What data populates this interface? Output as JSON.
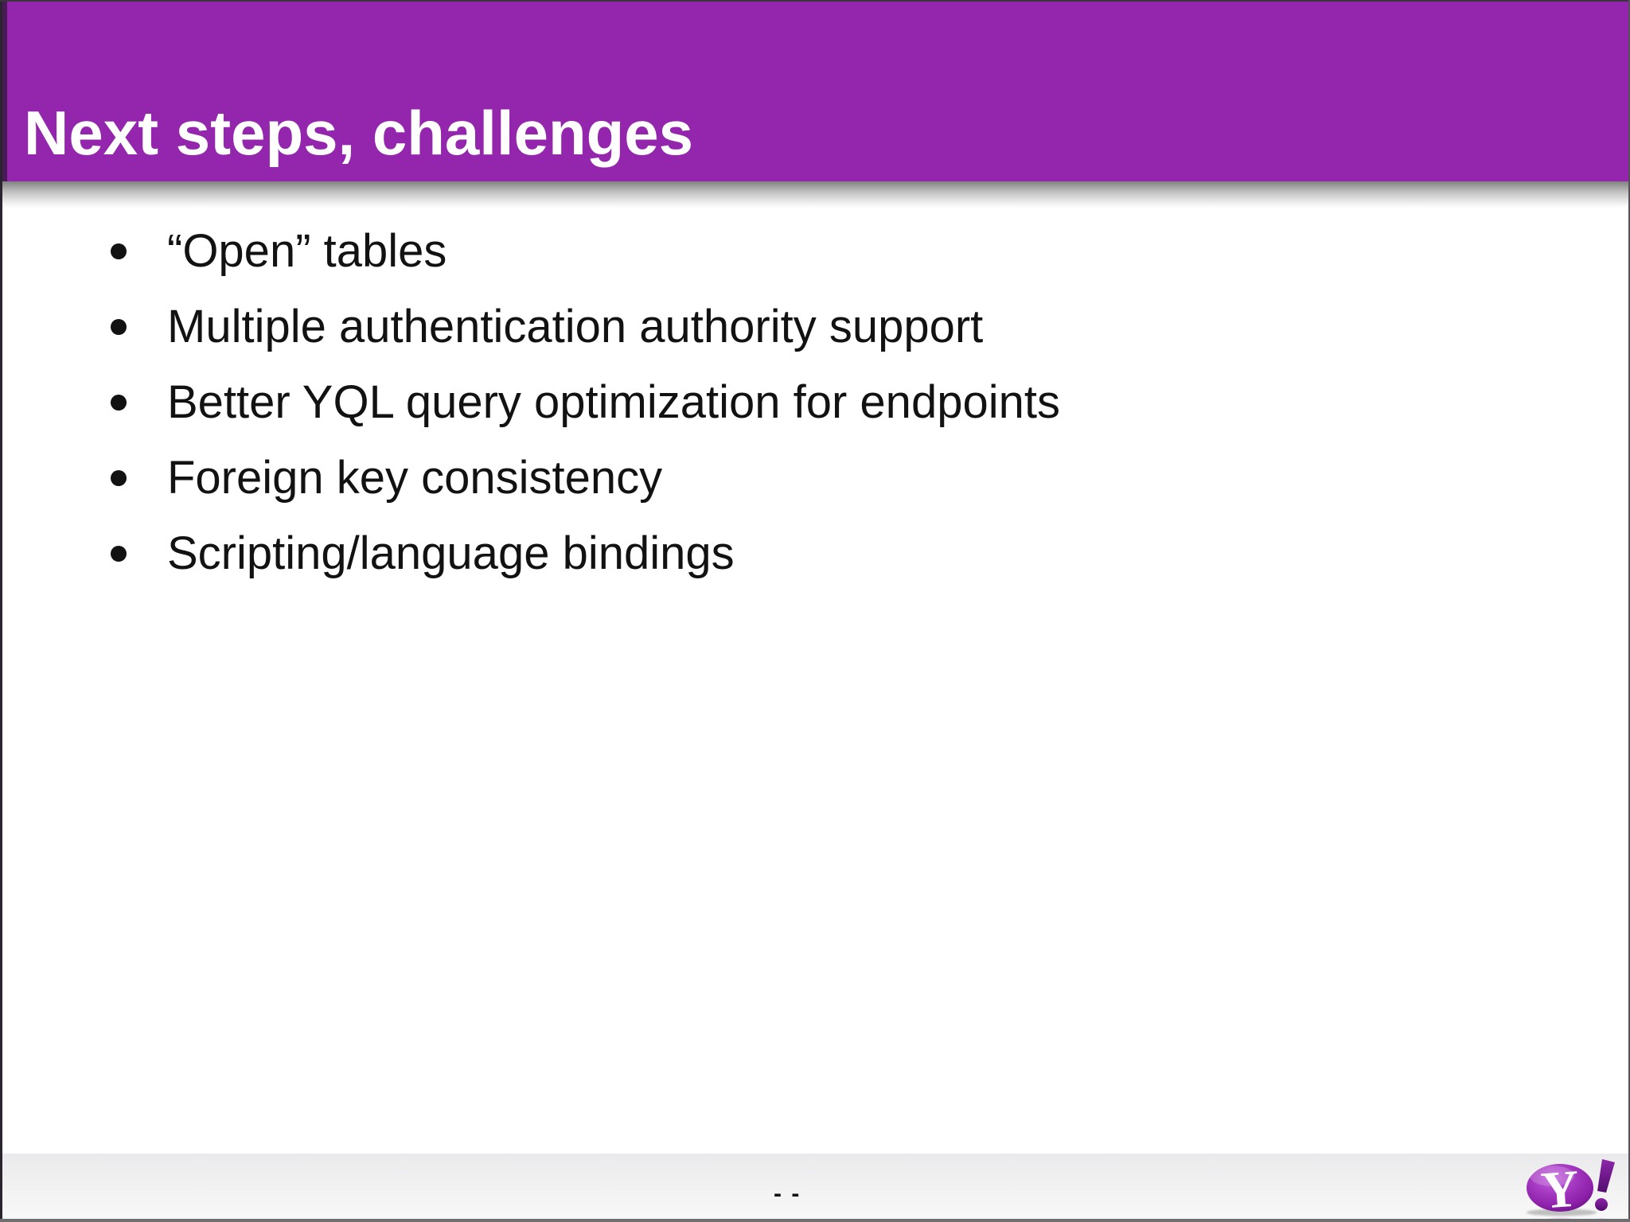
{
  "slide": {
    "title": "Next steps, challenges",
    "bullets": [
      "“Open” tables",
      "Multiple authentication authority support",
      "Better YQL query optimization for endpoints",
      "Foreign key consistency",
      "Scripting/language bindings"
    ],
    "footer_page_marker": "- -"
  },
  "logo": {
    "name": "Yahoo!",
    "letter": "Y"
  },
  "colors": {
    "banner_purple": "#9426ad",
    "banner_shadow_gray": "#828282",
    "logo_bubble_light": "#c263de",
    "logo_bubble_mid": "#9a2cb5",
    "logo_bubble_dark": "#5c0f78",
    "bang_purple_top": "#8d26aa",
    "bang_purple_bottom": "#530d6e",
    "text_black": "#121212",
    "footer_band_gray": "#eaeaec"
  }
}
